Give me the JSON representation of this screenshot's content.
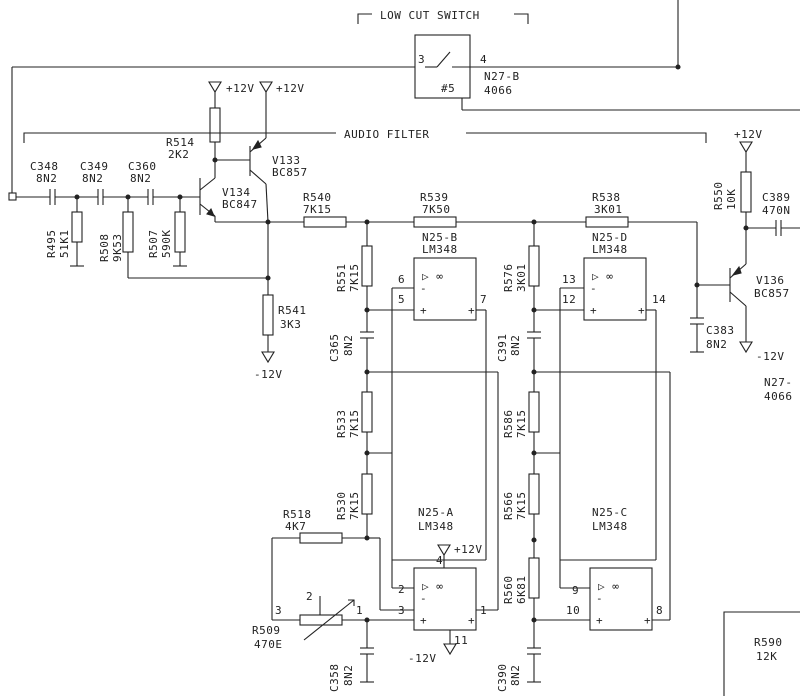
{
  "section_labels": {
    "low_cut_switch": "LOW CUT SWITCH",
    "audio_filter": "AUDIO FILTER"
  },
  "switch": {
    "pin3": "3",
    "pin4": "4",
    "pin5": "#5",
    "name": "N27-B",
    "type": "4066"
  },
  "n27_edge": {
    "name": "N27-",
    "type": "4066"
  },
  "supplies": {
    "pos1": "+12V",
    "pos2": "+12V",
    "pos3": "+12V",
    "pos4": "+12V",
    "neg1": "-12V",
    "neg2": "-12V",
    "neg3": "-12V"
  },
  "capacitors": {
    "c348": {
      "ref": "C348",
      "value": "8N2"
    },
    "c349": {
      "ref": "C349",
      "value": "8N2"
    },
    "c360": {
      "ref": "C360",
      "value": "8N2"
    },
    "c365": {
      "ref": "C365",
      "value": "8N2"
    },
    "c391": {
      "ref": "C391",
      "value": "8N2"
    },
    "c383": {
      "ref": "C383",
      "value": "8N2"
    },
    "c358": {
      "ref": "C358",
      "value": "8N2"
    },
    "c390": {
      "ref": "C390",
      "value": "8N2"
    },
    "c389": {
      "ref": "C389",
      "value": "470N"
    }
  },
  "resistors": {
    "r495": {
      "ref": "R495",
      "value": "51K1"
    },
    "r508": {
      "ref": "R508",
      "value": "9K53"
    },
    "r507": {
      "ref": "R507",
      "value": "590K"
    },
    "r514": {
      "ref": "R514",
      "value": "2K2"
    },
    "r540": {
      "ref": "R540",
      "value": "7K15"
    },
    "r539": {
      "ref": "R539",
      "value": "7K50"
    },
    "r538": {
      "ref": "R538",
      "value": "3K01"
    },
    "r541": {
      "ref": "R541",
      "value": "3K3"
    },
    "r551": {
      "ref": "R551",
      "value": "7K15"
    },
    "r576": {
      "ref": "R576",
      "value": "3K01"
    },
    "r533": {
      "ref": "R533",
      "value": "7K15"
    },
    "r586": {
      "ref": "R586",
      "value": "7K15"
    },
    "r530": {
      "ref": "R530",
      "value": "7K15"
    },
    "r566": {
      "ref": "R566",
      "value": "7K15"
    },
    "r518": {
      "ref": "R518",
      "value": "4K7"
    },
    "r560": {
      "ref": "R560",
      "value": "6K81"
    },
    "r550": {
      "ref": "R550",
      "value": "10K"
    },
    "r509": {
      "ref": "R509",
      "value": "470E"
    },
    "r590": {
      "ref": "R590",
      "value": "12K"
    }
  },
  "transistors": {
    "v133": {
      "ref": "V133",
      "type": "BC857"
    },
    "v134": {
      "ref": "V134",
      "type": "BC847"
    },
    "v136": {
      "ref": "V136",
      "type": "BC857"
    }
  },
  "opamps": {
    "n25b": {
      "ref": "N25-B",
      "type": "LM348",
      "pin_inv": "6",
      "pin_noninv": "5",
      "pin_out": "7"
    },
    "n25d": {
      "ref": "N25-D",
      "type": "LM348",
      "pin_inv": "13",
      "pin_noninv": "12",
      "pin_out": "14"
    },
    "n25a": {
      "ref": "N25-A",
      "type": "LM348",
      "pin_inv": "2",
      "pin_noninv": "3",
      "pin_out": "1",
      "pin_vpos": "4",
      "pin_vneg": "11"
    },
    "n25c": {
      "ref": "N25-C",
      "type": "LM348",
      "pin_inv": "9",
      "pin_noninv": "10",
      "pin_out": "8"
    }
  },
  "pot_pins": {
    "p3": "3",
    "p2": "2",
    "p1": "1"
  },
  "symbols": {
    "minus": "-",
    "plus": "+",
    "opamp": "▷ ∞"
  }
}
